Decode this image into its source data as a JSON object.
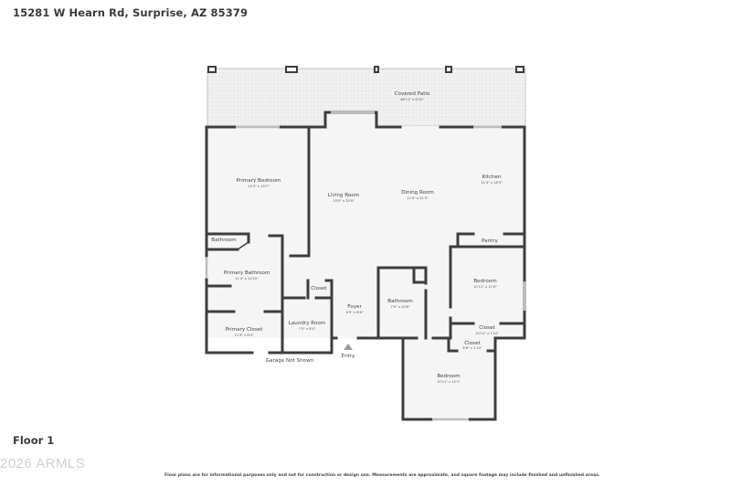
{
  "header": {
    "address": "15281 W Hearn Rd, Surprise, AZ 85379"
  },
  "footer": {
    "floor_label": "Floor 1",
    "copyright": "2026 ARMLS",
    "disclaimer": "Floor plans are for informational purposes only and not for construction or design use. Measurements are approximate, and square footage may include finished and unfinished areas."
  },
  "plan": {
    "colors": {
      "wall": "#3d3d3d",
      "floor": "#f5f5f5",
      "patio": "#efefef",
      "window": "#cfcfcf"
    },
    "rooms": {
      "covered_patio": {
        "name": "Covered Patio",
        "dims": "48'11\" x 8'10\""
      },
      "primary_bedroom": {
        "name": "Primary Bedroom",
        "dims": "15'3\" x 19'7\""
      },
      "living_room": {
        "name": "Living Room",
        "dims": "10'5\" x 25'9\""
      },
      "dining_room": {
        "name": "Dining Room",
        "dims": "11'4\" x 21'3\""
      },
      "kitchen": {
        "name": "Kitchen",
        "dims": "11'4\" x 18'3\""
      },
      "bathroom_small": {
        "name": "Bathroom"
      },
      "pantry": {
        "name": "Pantry"
      },
      "primary_bathroom": {
        "name": "Primary Bathroom",
        "dims": "11'4\" x 10'10\""
      },
      "closet_small": {
        "name": "Closet"
      },
      "foyer": {
        "name": "Foyer",
        "dims": "6'9\" x 8'6\""
      },
      "bathroom": {
        "name": "Bathroom",
        "dims": "7'0\" x 10'8\""
      },
      "bedroom_east": {
        "name": "Bedroom",
        "dims": "10'11\" x 11'6\""
      },
      "closet_east": {
        "name": "Closet",
        "dims": "10'11\" x 1'10\""
      },
      "closet_south": {
        "name": "Closet",
        "dims": "6'8\" x 1'10\""
      },
      "primary_closet": {
        "name": "Primary Closet",
        "dims": "11'4\" x 6'4\""
      },
      "laundry_room": {
        "name": "Laundry Room",
        "dims": "7'5\" x 8'4\""
      },
      "bedroom_south": {
        "name": "Bedroom",
        "dims": "10'11\" x 12'1\""
      }
    },
    "labels": {
      "entry": "Entry",
      "garage": "Garage Not Shown"
    }
  }
}
